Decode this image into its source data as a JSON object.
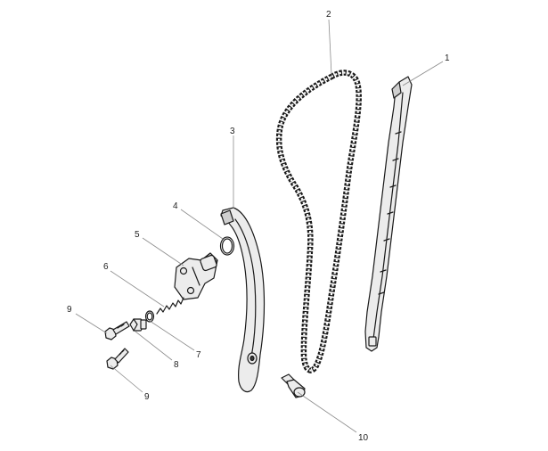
{
  "callouts": [
    {
      "id": "1",
      "label": "1",
      "part": "chain guide"
    },
    {
      "id": "2",
      "label": "2",
      "part": "timing chain"
    },
    {
      "id": "3",
      "label": "3",
      "part": "tensioner slipper"
    },
    {
      "id": "4",
      "label": "4",
      "part": "o-ring"
    },
    {
      "id": "5",
      "label": "5",
      "part": "tensioner body"
    },
    {
      "id": "6",
      "label": "6",
      "part": "spring"
    },
    {
      "id": "7",
      "label": "7",
      "part": "o-ring small"
    },
    {
      "id": "8",
      "label": "8",
      "part": "plug screw"
    },
    {
      "id": "9a",
      "label": "9",
      "part": "bolt upper"
    },
    {
      "id": "9b",
      "label": "9",
      "part": "bolt lower"
    },
    {
      "id": "10",
      "label": "10",
      "part": "pivot bolt"
    }
  ],
  "colors": {
    "line": "#1a1a1a",
    "fill": "#ececec",
    "leader": "#8c8c8c",
    "background": "#ffffff"
  }
}
